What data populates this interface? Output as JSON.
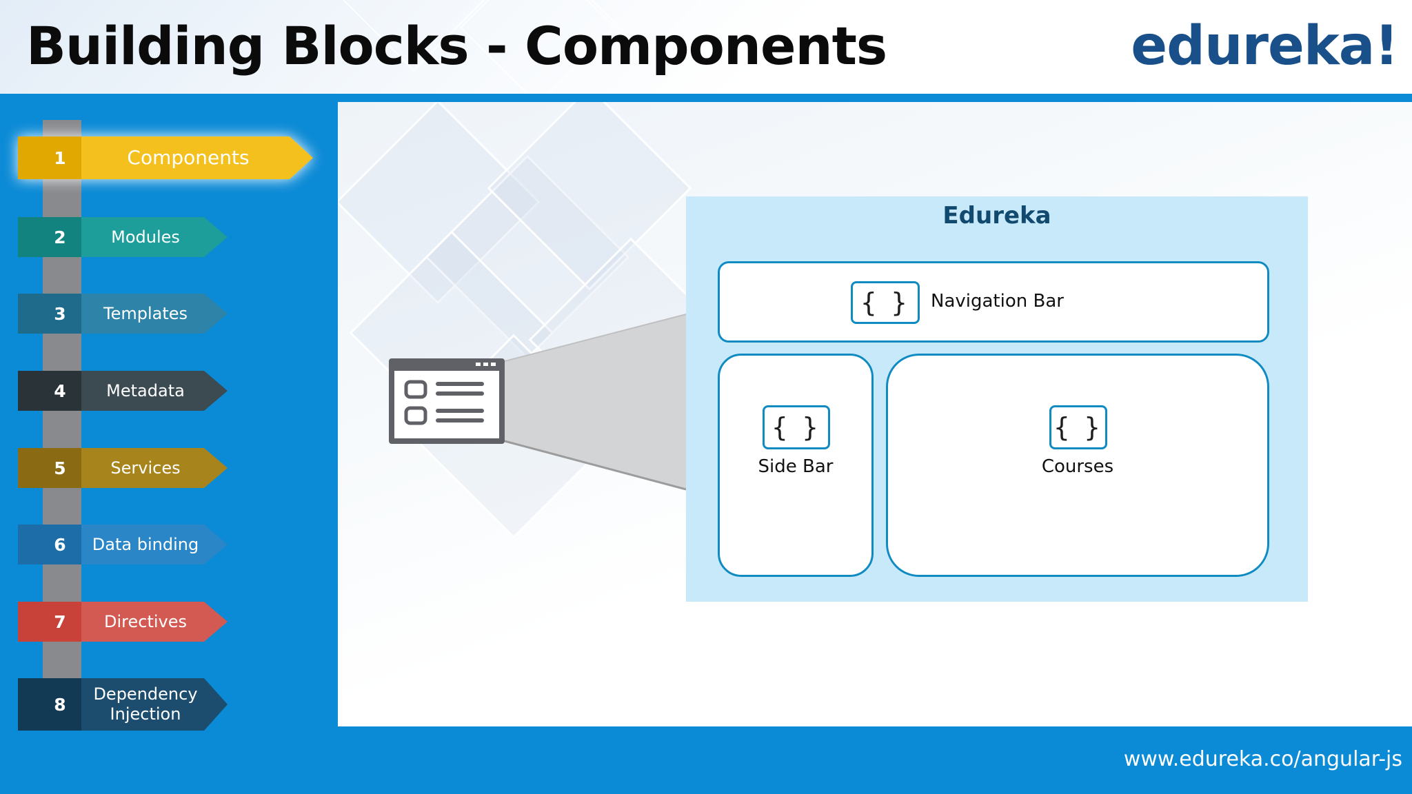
{
  "header": {
    "title": "Building Blocks - Components",
    "logo": "edureka!"
  },
  "footer": {
    "url": "www.edureka.co/angular-js"
  },
  "nav": {
    "items": [
      {
        "number": "1",
        "label": "Components",
        "color": "#f3c01e",
        "dark": "#e0a800",
        "active": true
      },
      {
        "number": "2",
        "label": "Modules",
        "color": "#1d9e9a",
        "dark": "#13837f"
      },
      {
        "number": "3",
        "label": "Templates",
        "color": "#2d84a8",
        "dark": "#1f6b8c"
      },
      {
        "number": "4",
        "label": "Metadata",
        "color": "#3c4a52",
        "dark": "#2a3338"
      },
      {
        "number": "5",
        "label": "Services",
        "color": "#a8841c",
        "dark": "#8a6a12"
      },
      {
        "number": "6",
        "label": "Data binding",
        "color": "#2a86c6",
        "dark": "#1d6ea8"
      },
      {
        "number": "7",
        "label": "Directives",
        "color": "#d25a52",
        "dark": "#c9423a"
      },
      {
        "number": "8",
        "label": "Dependency Injection",
        "color": "#1c4d6e",
        "dark": "#133a55"
      }
    ]
  },
  "diagram": {
    "app_title": "Edureka",
    "brace_glyph": "{ }",
    "components": {
      "navigation_bar": "Navigation Bar",
      "side_bar": "Side Bar",
      "courses": "Courses"
    }
  },
  "colors": {
    "frame_blue": "#0b8ad6",
    "app_box": "#c8e9fa",
    "component_border": "#0f8bc2",
    "logo": "#19508a"
  }
}
